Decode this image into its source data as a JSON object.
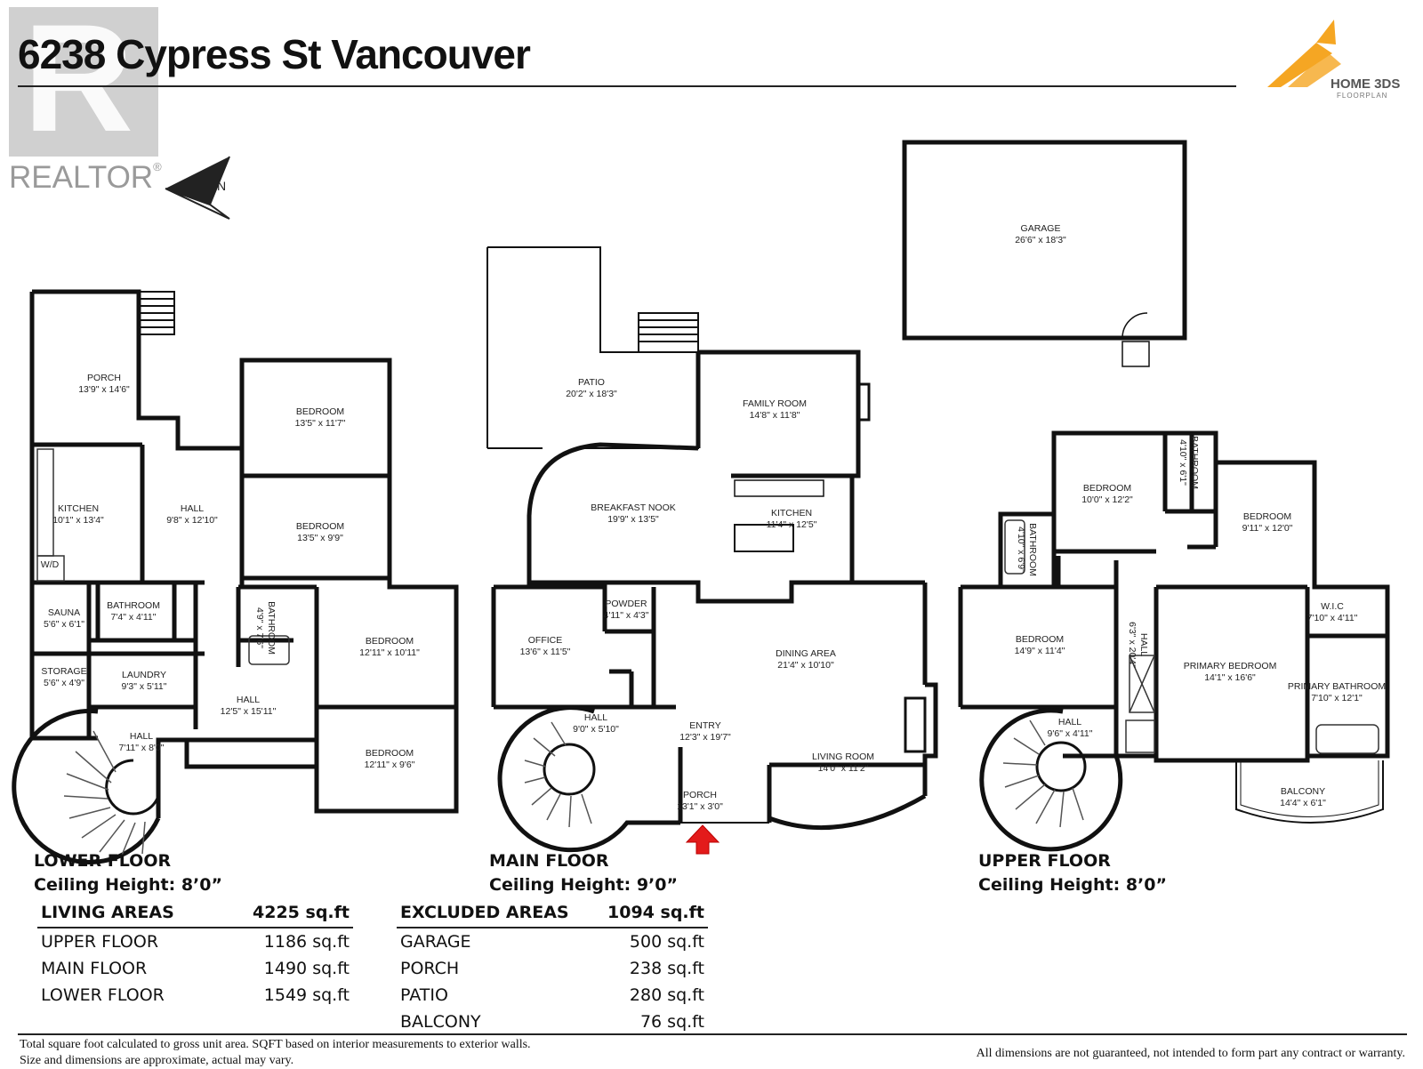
{
  "header": {
    "title": "6238 Cypress St Vancouver",
    "watermark_text": "REALTOR",
    "watermark_mark": "®",
    "brand_name": "HOME 3DS",
    "brand_sub": "FLOORPLAN",
    "compass_label": "N"
  },
  "colors": {
    "wall": "#111111",
    "brand_orange": "#F5A623",
    "arrow_red": "#E31B1B"
  },
  "rooms": {
    "lower": [
      {
        "name": "PORCH",
        "dims": "13'9\" x 14'6\""
      },
      {
        "name": "BEDROOM",
        "dims": "13'5\" x 11'7\""
      },
      {
        "name": "KITCHEN",
        "dims": "10'1\" x 13'4\""
      },
      {
        "name": "HALL",
        "dims": "9'8\" x 12'10\""
      },
      {
        "name": "BEDROOM",
        "dims": "13'5\" x 9'9\""
      },
      {
        "name": "W/D",
        "dims": ""
      },
      {
        "name": "SAUNA",
        "dims": "5'6\" x 6'1\""
      },
      {
        "name": "BATHROOM",
        "dims": "7'4\" x 4'11\""
      },
      {
        "name": "BATHROOM",
        "dims": "4'9\" x 7'6\""
      },
      {
        "name": "BEDROOM",
        "dims": "12'11\" x 10'11\""
      },
      {
        "name": "STORAGE",
        "dims": "5'6\" x 4'9\""
      },
      {
        "name": "LAUNDRY",
        "dims": "9'3\" x 5'11\""
      },
      {
        "name": "HALL",
        "dims": "12'5\" x 15'11\""
      },
      {
        "name": "HALL",
        "dims": "7'11\" x 8'0\""
      },
      {
        "name": "BEDROOM",
        "dims": "12'11\" x 9'6\""
      }
    ],
    "main": [
      {
        "name": "PATIO",
        "dims": "20'2\" x 18'3\""
      },
      {
        "name": "FAMILY ROOM",
        "dims": "14'8\" x 11'8\""
      },
      {
        "name": "BREAKFAST NOOK",
        "dims": "19'9\" x 13'5\""
      },
      {
        "name": "KITCHEN",
        "dims": "11'4\" x 12'5\""
      },
      {
        "name": "POWDER",
        "dims": "4'11\" x 4'3\""
      },
      {
        "name": "OFFICE",
        "dims": "13'6\" x 11'5\""
      },
      {
        "name": "DINING AREA",
        "dims": "21'4\" x 10'10\""
      },
      {
        "name": "HALL",
        "dims": "9'0\" x 5'10\""
      },
      {
        "name": "ENTRY",
        "dims": "12'3\" x 19'7\""
      },
      {
        "name": "LIVING ROOM",
        "dims": "14'0\" x 11'2\""
      },
      {
        "name": "PORCH",
        "dims": "13'1\" x 3'0\""
      }
    ],
    "garage": [
      {
        "name": "GARAGE",
        "dims": "26'6\" x 18'3\""
      }
    ],
    "upper": [
      {
        "name": "BEDROOM",
        "dims": "10'0\" x 12'2\""
      },
      {
        "name": "BATHROOM",
        "dims": "4'10\" x 6'1\""
      },
      {
        "name": "BEDROOM",
        "dims": "9'11\" x 12'0\""
      },
      {
        "name": "BATHROOM",
        "dims": "4'10\" x 6'9\""
      },
      {
        "name": "BEDROOM",
        "dims": "14'9\" x 11'4\""
      },
      {
        "name": "HALL",
        "dims": "6'3\" x 20'4\""
      },
      {
        "name": "W.I.C",
        "dims": "7'10\" x 4'11\""
      },
      {
        "name": "PRIMARY BEDROOM",
        "dims": "14'1\" x 16'6\""
      },
      {
        "name": "PRIMARY BATHROOM",
        "dims": "7'10\" x 12'1\""
      },
      {
        "name": "HALL",
        "dims": "9'6\" x 4'11\""
      },
      {
        "name": "BALCONY",
        "dims": "14'4\" x 6'1\""
      }
    ]
  },
  "floors": [
    {
      "name": "LOWER FLOOR",
      "ceiling": "Ceiling Height: 8’0”"
    },
    {
      "name": "MAIN FLOOR",
      "ceiling": "Ceiling Height: 9’0”"
    },
    {
      "name": "UPPER FLOOR",
      "ceiling": "Ceiling Height: 8’0”"
    }
  ],
  "living_areas": {
    "label": "LIVING AREAS",
    "total": "4225 sq.ft",
    "rows": [
      {
        "label": "UPPER FLOOR",
        "value": "1186 sq.ft"
      },
      {
        "label": "MAIN FLOOR",
        "value": "1490 sq.ft"
      },
      {
        "label": "LOWER FLOOR",
        "value": "1549 sq.ft"
      }
    ]
  },
  "excluded_areas": {
    "label": "EXCLUDED AREAS",
    "total": "1094 sq.ft",
    "rows": [
      {
        "label": "GARAGE",
        "value": "500 sq.ft"
      },
      {
        "label": "PORCH",
        "value": "238 sq.ft"
      },
      {
        "label": "PATIO",
        "value": "280 sq.ft"
      },
      {
        "label": "BALCONY",
        "value": "76 sq.ft"
      }
    ]
  },
  "footer": {
    "left_line1": "Total square foot calculated to gross unit area. SQFT based on interior measurements to exterior walls.",
    "left_line2": "Size and dimensions are approximate, actual may vary.",
    "right": "All dimensions are not guaranteed, not intended to form part any contract or warranty."
  }
}
